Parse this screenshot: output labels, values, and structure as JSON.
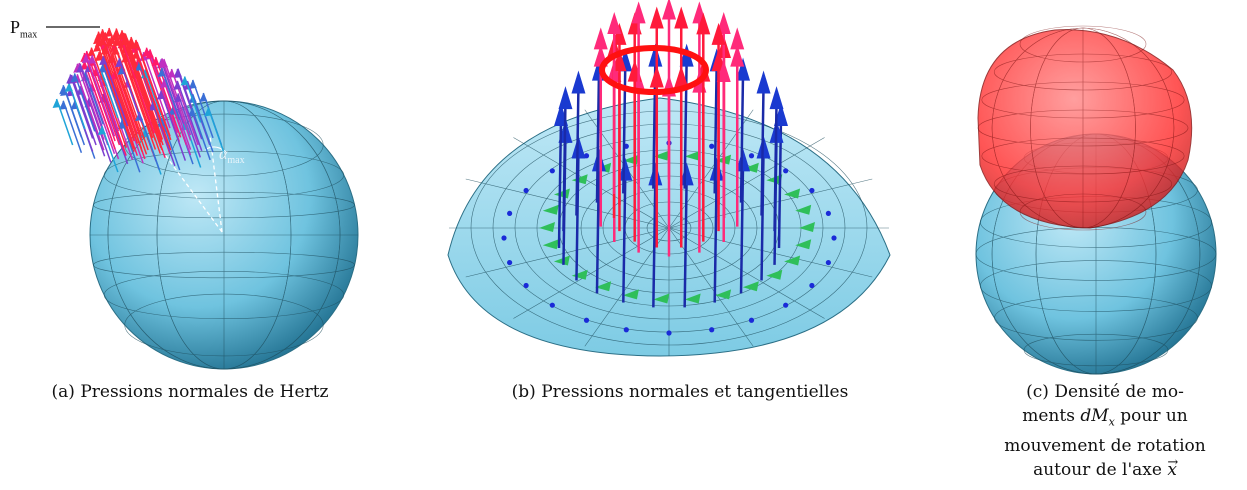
{
  "labels": {
    "pmax_main": "P",
    "pmax_sub": "max",
    "alpha_main": "α",
    "alpha_sub": "max"
  },
  "captions": {
    "a": "(a) Pressions normales de Hertz",
    "b": "(b) Pressions normales et tangentielles",
    "c_line1": "(c) Densité de mo-",
    "c_line2_pre": "ments ",
    "c_line2_math": "dM",
    "c_line2_sub": "x",
    "c_line2_post": " pour un",
    "c_line3": "mouvement de rotation",
    "c_line4_pre": "autour de l'axe ",
    "c_line4_vec": "x"
  },
  "colors": {
    "sphere": "#7fcde6",
    "normal_pressure": "#ff1a4a",
    "tangential": "#2fbf5a",
    "arrow_blue": "#1a2aa8",
    "moment_sphere": "#ff3b3b"
  }
}
